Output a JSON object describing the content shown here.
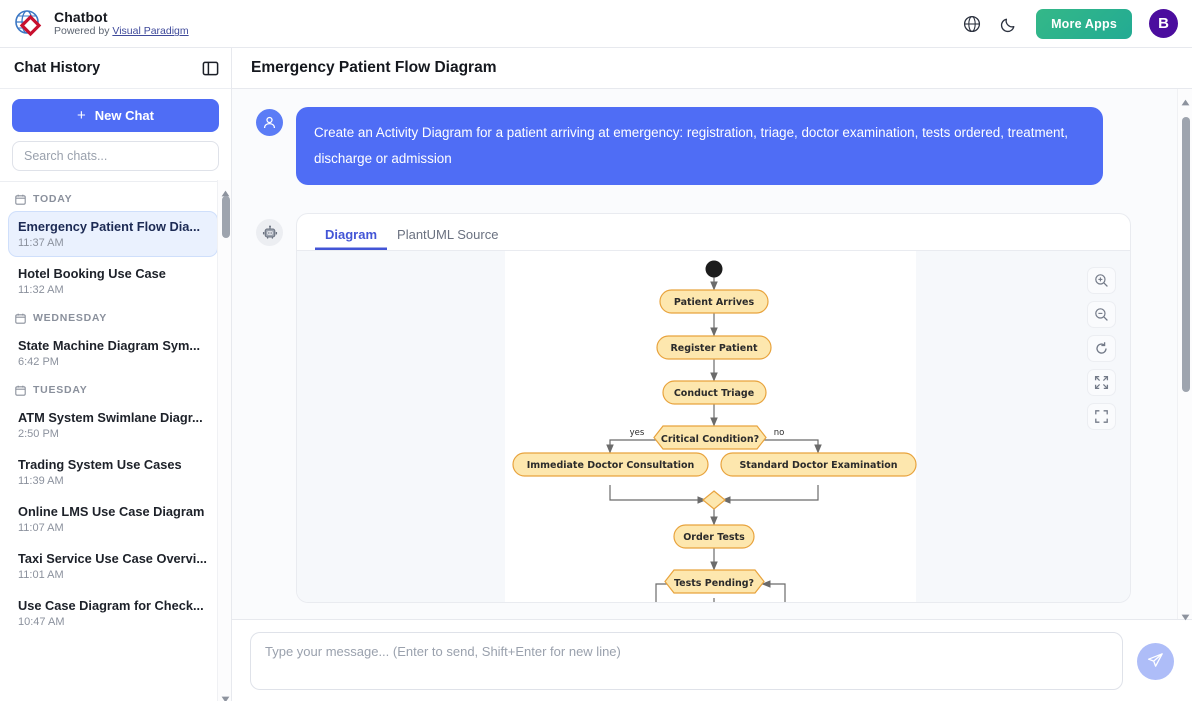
{
  "app": {
    "brand_title": "Chatbot",
    "brand_powered_prefix": "Powered by ",
    "brand_powered_link": "Visual Paradigm",
    "logo_icon": "globe-diamond-logo",
    "language_icon": "globe-icon",
    "theme_icon": "moon-icon",
    "more_apps_label": "More Apps",
    "avatar_initial": "B",
    "accent_blue": "#4f6df5",
    "accent_green": "#2cb38d",
    "avatar_purple": "#4b0d9e"
  },
  "sidebar": {
    "title": "Chat History",
    "panel_toggle_icon": "sidebar-panel-icon",
    "new_chat_label": "New Chat",
    "new_chat_icon": "plus-icon",
    "search_placeholder": "Search chats...",
    "groups": [
      {
        "label": "TODAY",
        "icon": "calendar-icon",
        "items": [
          {
            "name": "Emergency Patient Flow Dia...",
            "time": "11:37 AM",
            "active": true
          },
          {
            "name": "Hotel Booking Use Case",
            "time": "11:32 AM",
            "active": false
          }
        ]
      },
      {
        "label": "WEDNESDAY",
        "icon": "calendar-icon",
        "items": [
          {
            "name": "State Machine Diagram Sym...",
            "time": "6:42 PM",
            "active": false
          }
        ]
      },
      {
        "label": "TUESDAY",
        "icon": "calendar-icon",
        "items": [
          {
            "name": "ATM System Swimlane Diagr...",
            "time": "2:50 PM",
            "active": false
          },
          {
            "name": "Trading System Use Cases",
            "time": "11:39 AM",
            "active": false
          },
          {
            "name": "Online LMS Use Case Diagram",
            "time": "11:07 AM",
            "active": false
          },
          {
            "name": "Taxi Service Use Case Overvi...",
            "time": "11:01 AM",
            "active": false
          },
          {
            "name": "Use Case Diagram for Check...",
            "time": "10:47 AM",
            "active": false
          }
        ]
      }
    ]
  },
  "main": {
    "title": "Emergency Patient Flow Diagram",
    "user_message": "Create an Activity Diagram for a patient arriving at emergency: registration, triage, doctor examination, tests ordered, treatment, discharge or admission",
    "user_avatar_icon": "user-icon",
    "bot_avatar_icon": "robot-icon",
    "tabs": [
      {
        "label": "Diagram",
        "active": true
      },
      {
        "label": "PlantUML Source",
        "active": false
      }
    ],
    "zoom_tools": [
      {
        "icon": "zoom-in-icon",
        "name": "zoom-in-button"
      },
      {
        "icon": "zoom-out-icon",
        "name": "zoom-out-button"
      },
      {
        "icon": "reset-rotate-icon",
        "name": "reset-view-button"
      },
      {
        "icon": "expand-arrows-icon",
        "name": "fit-to-screen-button"
      },
      {
        "icon": "fullscreen-frame-icon",
        "name": "fullscreen-button"
      }
    ]
  },
  "diagram": {
    "type": "activity-diagram",
    "node_fill": "#fde7ae",
    "node_stroke": "#e8a33d",
    "line_color": "#6b6b6b",
    "nodes": [
      {
        "id": "start",
        "shape": "initial-node",
        "label": ""
      },
      {
        "id": "a1",
        "shape": "action",
        "label": "Patient Arrives"
      },
      {
        "id": "a2",
        "shape": "action",
        "label": "Register Patient"
      },
      {
        "id": "a3",
        "shape": "action",
        "label": "Conduct Triage"
      },
      {
        "id": "d1",
        "shape": "decision",
        "label": "Critical Condition?"
      },
      {
        "id": "a4",
        "shape": "action",
        "label": "Immediate Doctor Consultation"
      },
      {
        "id": "a5",
        "shape": "action",
        "label": "Standard Doctor Examination"
      },
      {
        "id": "m1",
        "shape": "merge",
        "label": ""
      },
      {
        "id": "a6",
        "shape": "action",
        "label": "Order Tests"
      },
      {
        "id": "d2",
        "shape": "decision",
        "label": "Tests Pending?"
      }
    ],
    "edge_labels": [
      {
        "from": "d1",
        "label": "yes"
      },
      {
        "from": "d1",
        "label": "no"
      }
    ]
  },
  "composer": {
    "placeholder": "Type your message... (Enter to send, Shift+Enter for new line)",
    "value": "",
    "send_icon": "send-paper-plane-icon"
  }
}
